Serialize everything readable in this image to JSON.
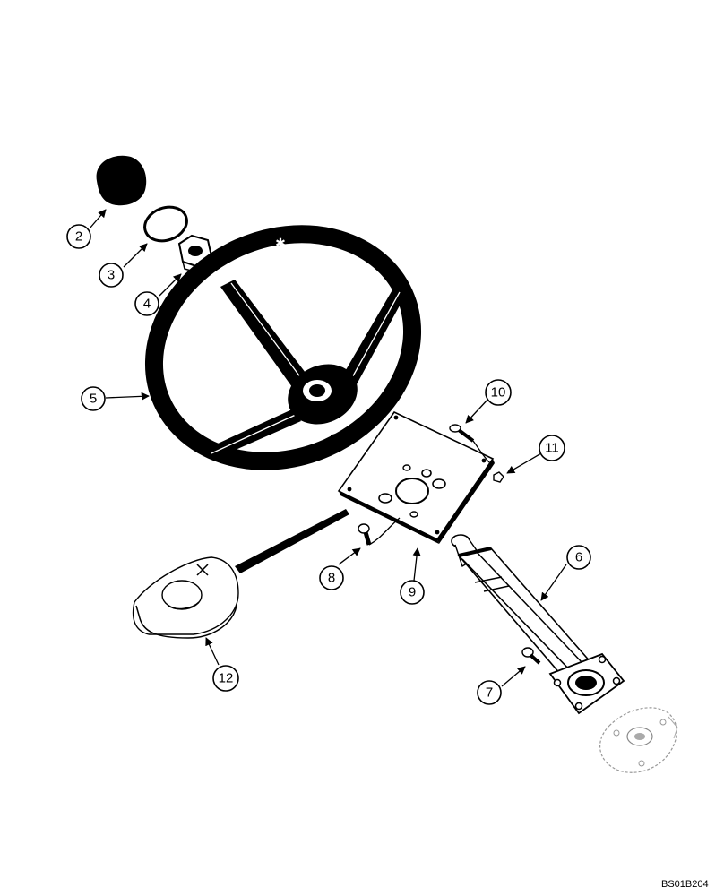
{
  "callouts": [
    "2",
    "3",
    "4",
    "5",
    "6",
    "7",
    "8",
    "9",
    "10",
    "11",
    "12"
  ],
  "drawing_code": "BS01B204",
  "colors": {
    "ink": "#000000",
    "paper": "#ffffff"
  }
}
